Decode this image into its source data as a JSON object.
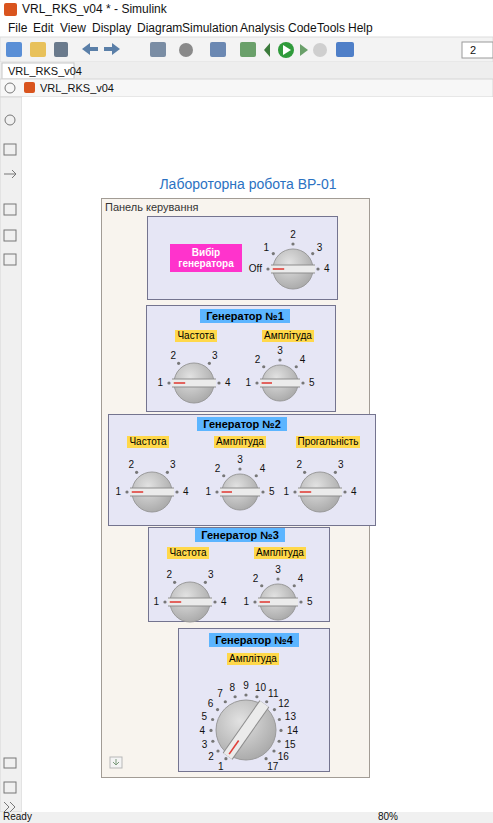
{
  "diagram": {
    "title": "Лабороторна робота ВР-01",
    "nodes": [
      {
        "text": [
          "Панель керування"
        ]
      },
      {
        "text": [
          "Вибір генератора"
        ],
        "in": 0
      },
      {
        "text": [
          "Генератор №1"
        ],
        "in": 0
      },
      {
        "text": [
          "Генератор №2"
        ],
        "in": 0
      },
      {
        "text": [
          "Генератор №3"
        ],
        "in": 0
      },
      {
        "text": [
          "Генератор №4"
        ],
        "in": 0
      }
    ],
    "labels": [
      "VRL_RKS_v04 * - Simulink",
      "File",
      "Edit",
      "View",
      "Display",
      "Diagram",
      "Simulation",
      "Analysis",
      "Code",
      "Tools",
      "Help",
      "2",
      "VRL_RKS_v04",
      "VRL_RKS_v04",
      "Off",
      "1",
      "2",
      "3",
      "4",
      "Частота",
      "1",
      "2",
      "3",
      "4",
      "Амплітуда",
      "1",
      "2",
      "3",
      "4",
      "5",
      "Частота",
      "1",
      "2",
      "3",
      "4",
      "Амплітуда",
      "1",
      "2",
      "3",
      "4",
      "5",
      "Прогальність",
      "1",
      "2",
      "3",
      "4",
      "Частота",
      "1",
      "2",
      "3",
      "4",
      "Амплітуда",
      "1",
      "2",
      "3",
      "4",
      "5",
      "Амплітуда",
      "1",
      "2",
      "3",
      "4",
      "5",
      "6",
      "7",
      "8",
      "9",
      "10",
      "11",
      "12",
      "13",
      "14",
      "15",
      "16",
      "17",
      "Ready",
      "80%"
    ]
  }
}
